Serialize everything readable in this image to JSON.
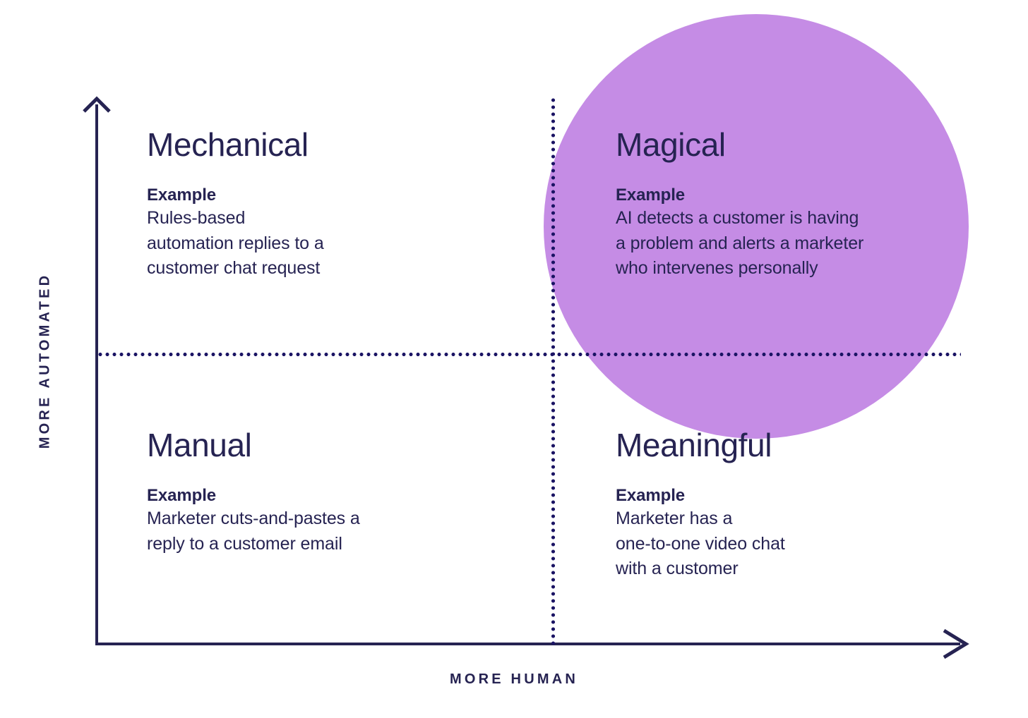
{
  "diagram": {
    "type": "2x2-matrix",
    "background_color": "#ffffff",
    "ink_color": "#262352",
    "highlight_color": "#c58ce5",
    "axes": {
      "y_label": "MORE AUTOMATED",
      "x_label": "MORE HUMAN",
      "y_arrow_icon": "arrow-up-icon",
      "x_arrow_icon": "arrow-right-icon"
    },
    "quadrants": [
      {
        "id": "mechanical",
        "position": "top-left",
        "title": "Mechanical",
        "example_label": "Example",
        "example_text": "Rules-based automation replies to a customer chat request",
        "example_lines": [
          "Rules-based",
          "automation replies to a",
          "customer chat request"
        ],
        "highlighted": false
      },
      {
        "id": "magical",
        "position": "top-right",
        "title": "Magical",
        "example_label": "Example",
        "example_text": "AI detects a customer is having a problem and alerts a marketer who intervenes personally",
        "example_lines": [
          "AI detects a customer is having",
          "a problem and alerts a marketer",
          "who intervenes personally"
        ],
        "highlighted": true
      },
      {
        "id": "manual",
        "position": "bottom-left",
        "title": "Manual",
        "example_label": "Example",
        "example_text": "Marketer cuts-and-pastes a reply to a customer email",
        "example_lines": [
          "Marketer cuts-and-pastes a",
          "reply to a customer email"
        ],
        "highlighted": false
      },
      {
        "id": "meaningful",
        "position": "bottom-right",
        "title": "Meaningful",
        "example_label": "Example",
        "example_text": "Marketer has a one-to-one video chat with a customer",
        "example_lines": [
          "Marketer has a",
          "one-to-one video chat",
          "with a customer"
        ],
        "highlighted": false
      }
    ]
  }
}
